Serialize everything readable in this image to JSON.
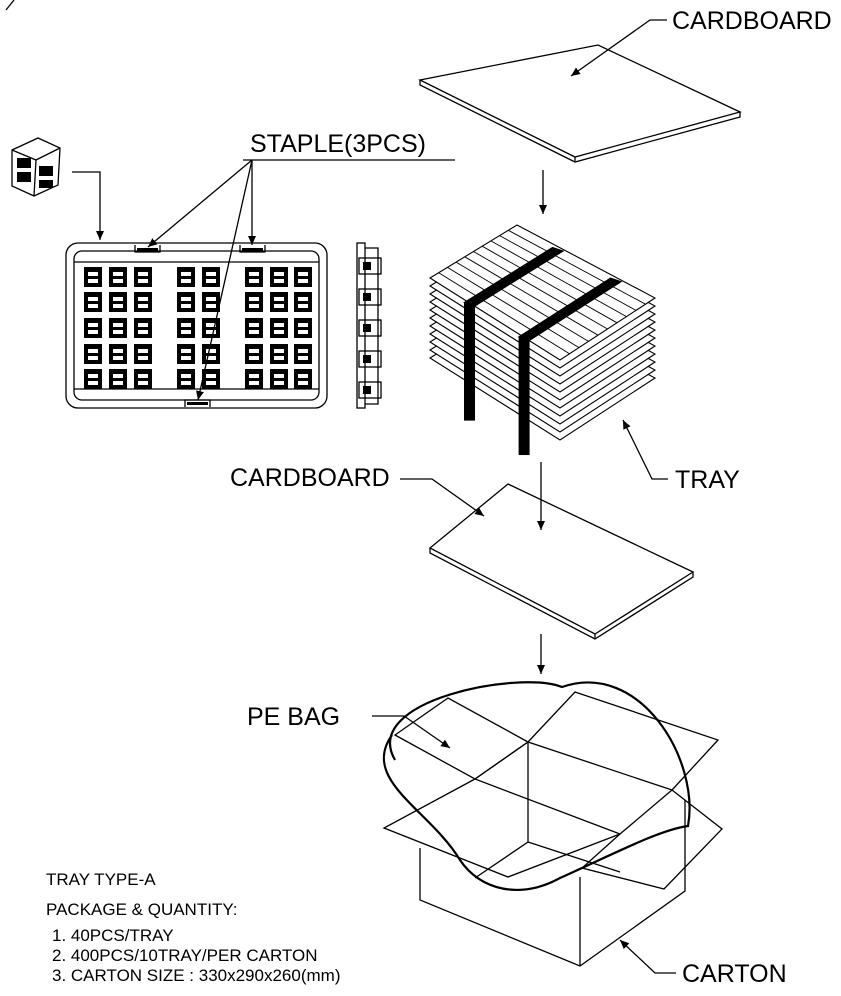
{
  "labels": {
    "cardboard_top": "CARDBOARD",
    "staple": "STAPLE(3PCS)",
    "cardboard_mid": "CARDBOARD",
    "tray": "TRAY",
    "pe_bag": "PE BAG",
    "carton": "CARTON"
  },
  "notes": {
    "tray_type": "TRAY TYPE-A",
    "heading": "PACKAGE & QUANTITY:",
    "items": [
      "1. 40PCS/TRAY",
      "2. 400PCS/10TRAY/PER CARTON",
      "3. CARTON SIZE : 330x290x260(mm)"
    ]
  }
}
